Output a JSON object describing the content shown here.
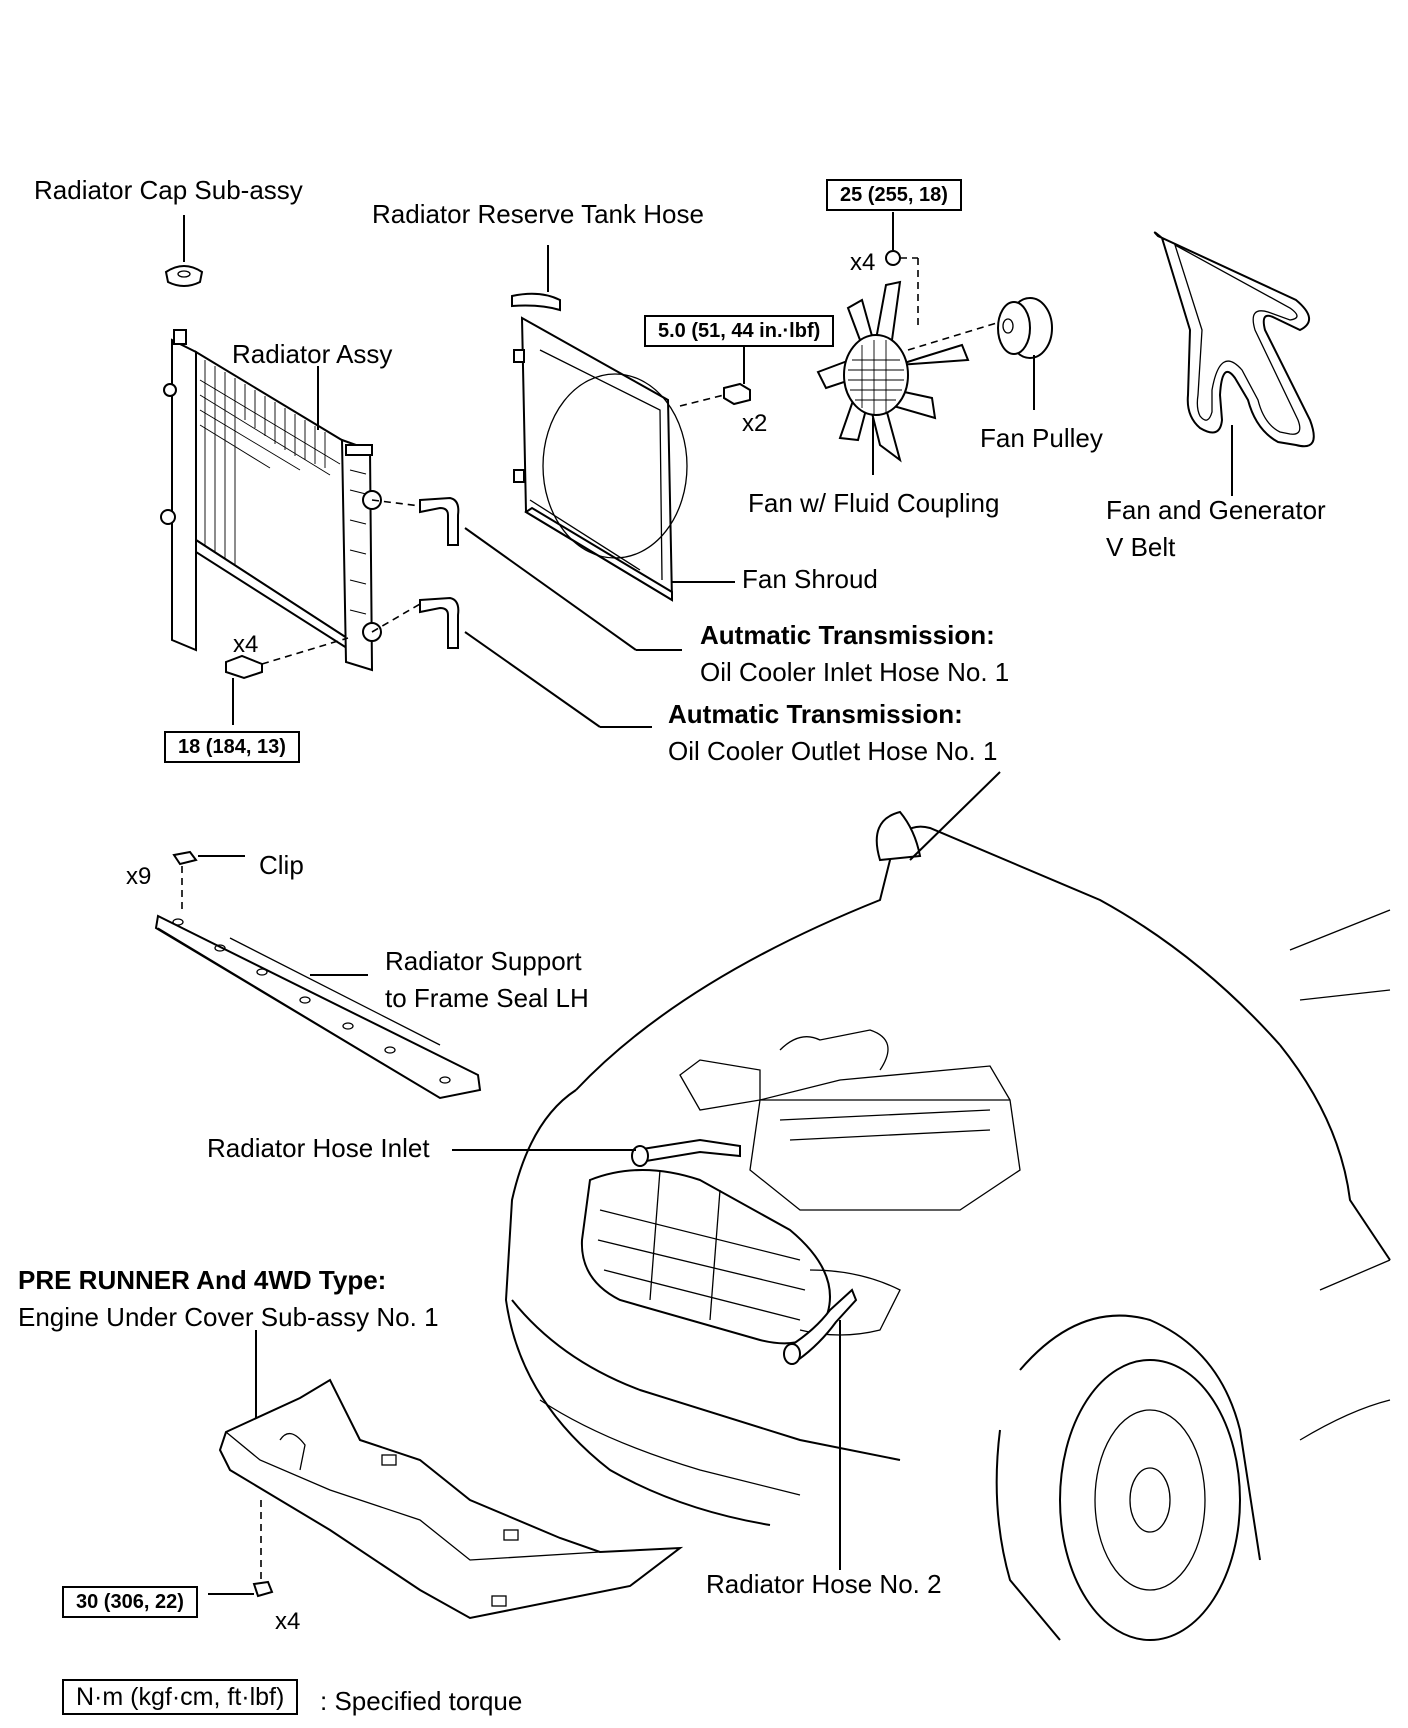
{
  "labels": {
    "radiator_cap": "Radiator Cap Sub-assy",
    "reserve_tank_hose": "Radiator Reserve Tank Hose",
    "radiator_assy": "Radiator Assy",
    "fan_pulley": "Fan Pulley",
    "fan_coupling": "Fan w/ Fluid Coupling",
    "v_belt_line1": "Fan and Generator",
    "v_belt_line2": "V Belt",
    "fan_shroud": "Fan Shroud",
    "at_inlet_title": "Autmatic Transmission:",
    "at_inlet_name": "Oil Cooler Inlet Hose No. 1",
    "at_outlet_title": "Autmatic Transmission:",
    "at_outlet_name": "Oil Cooler Outlet Hose No. 1",
    "clip": "Clip",
    "seal_line1": "Radiator Support",
    "seal_line2": "to Frame Seal LH",
    "hose_inlet": "Radiator Hose Inlet",
    "under_cover_title": "PRE RUNNER And 4WD Type:",
    "under_cover_name": "Engine Under Cover Sub-assy No. 1",
    "hose_no2": "Radiator Hose No. 2"
  },
  "torque_specs": {
    "fan_nut": "25 (255, 18)",
    "shroud_bolt": "5.0 (51, 44 in.·lbf)",
    "radiator_bolt": "18 (184, 13)",
    "under_cover_bolt": "30 (306, 22)"
  },
  "quantities": {
    "fan_nut": "x4",
    "shroud_bolt": "x2",
    "radiator_bolt": "x4",
    "clip": "x9",
    "under_cover_bolt": "x4"
  },
  "legend": {
    "box": "N·m (kgf·cm, ft·lbf)",
    "text": ": Specified torque"
  }
}
